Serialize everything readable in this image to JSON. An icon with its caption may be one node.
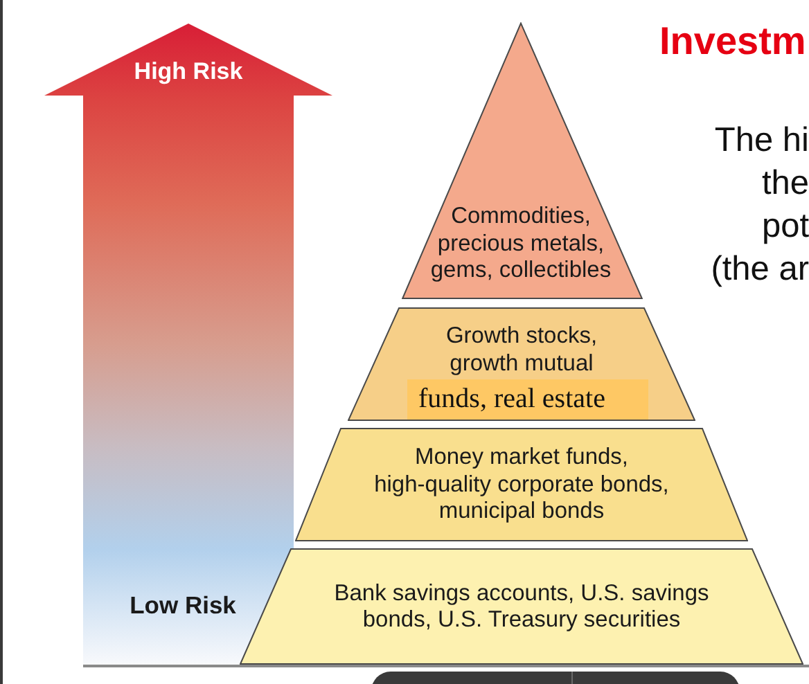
{
  "diagram": {
    "title": "Investm",
    "nodes": [
      {
        "text": [
          "High Risk",
          "Low Risk"
        ]
      },
      {
        "text": [
          "Commodities, precious metals, gems, collectibles"
        ]
      },
      {
        "text": [
          "Growth stocks, growth mutual"
        ]
      },
      {
        "text": [
          "funds, real estate"
        ],
        "in": 2
      },
      {
        "text": [
          "Money market funds, high-quality corporate bonds, municipal bonds"
        ]
      },
      {
        "text": [
          "Bank savings accounts, U.S. savings bonds, U.S. Treasury securities"
        ]
      }
    ],
    "labels": [
      "The hi the pot (the ar"
    ]
  }
}
